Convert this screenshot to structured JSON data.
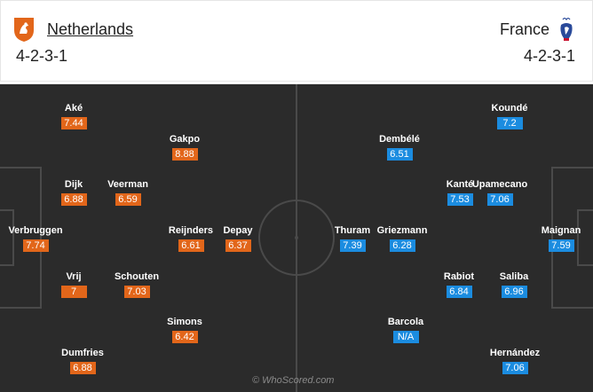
{
  "home": {
    "name": "Netherlands",
    "formation": "4-2-3-1",
    "color": "#e2661a",
    "crest_icon": "netherlands-lion-crest",
    "players": [
      {
        "name": "Aké",
        "rating": "7.44"
      },
      {
        "name": "Gakpo",
        "rating": "8.88"
      },
      {
        "name": "Dijk",
        "rating": "6.88"
      },
      {
        "name": "Veerman",
        "rating": "6.59"
      },
      {
        "name": "Verbruggen",
        "rating": "7.74"
      },
      {
        "name": "Reijnders",
        "rating": "6.61"
      },
      {
        "name": "Depay",
        "rating": "6.37"
      },
      {
        "name": "Vrij",
        "rating": "7"
      },
      {
        "name": "Schouten",
        "rating": "7.03"
      },
      {
        "name": "Simons",
        "rating": "6.42"
      },
      {
        "name": "Dumfries",
        "rating": "6.88"
      }
    ]
  },
  "away": {
    "name": "France",
    "formation": "4-2-3-1",
    "color": "#1b8ce0",
    "crest_icon": "france-rooster-crest",
    "players": [
      {
        "name": "Koundé",
        "rating": "7.2"
      },
      {
        "name": "Dembélé",
        "rating": "6.51"
      },
      {
        "name": "Kanté",
        "rating": "7.53"
      },
      {
        "name": "Upamecano",
        "rating": "7.06"
      },
      {
        "name": "Thuram",
        "rating": "7.39"
      },
      {
        "name": "Griezmann",
        "rating": "6.28"
      },
      {
        "name": "Maignan",
        "rating": "7.59"
      },
      {
        "name": "Rabiot",
        "rating": "6.84"
      },
      {
        "name": "Saliba",
        "rating": "6.96"
      },
      {
        "name": "Barcola",
        "rating": "N/A"
      },
      {
        "name": "Hernández",
        "rating": "7.06"
      }
    ]
  },
  "watermark": "© WhoScored.com"
}
